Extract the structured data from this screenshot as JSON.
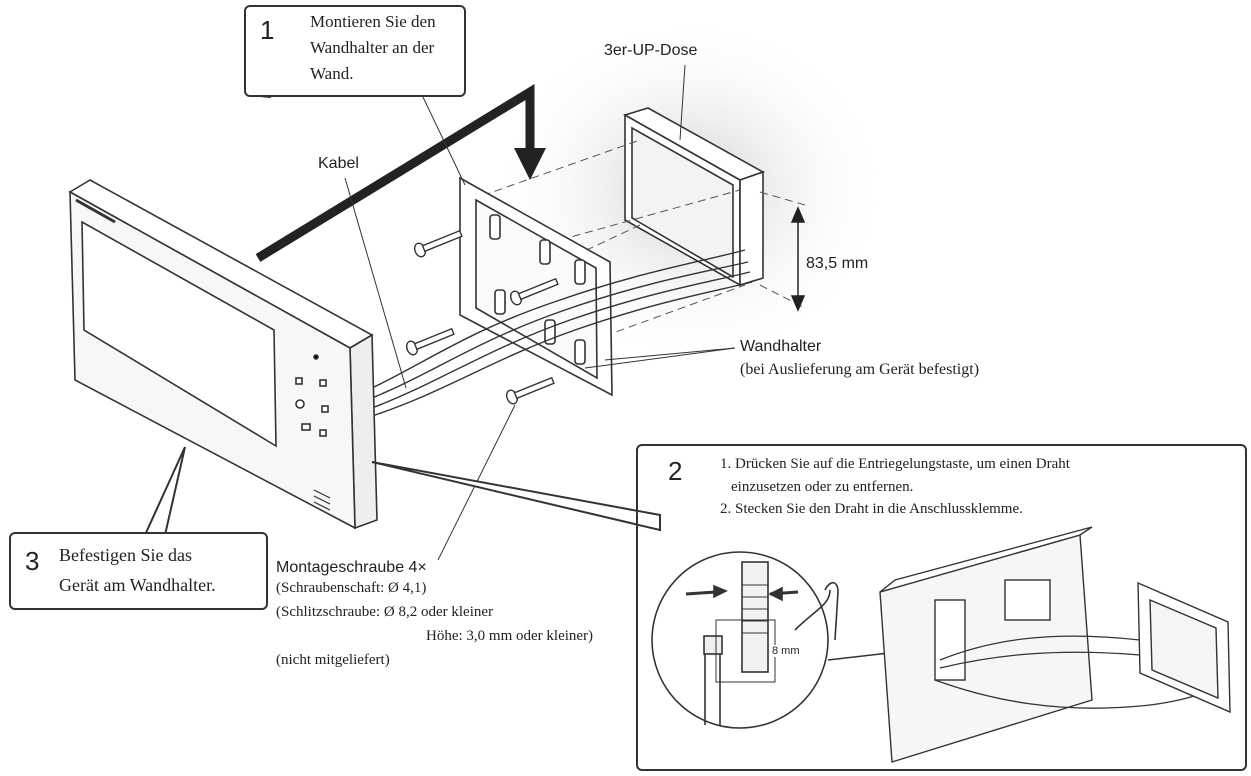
{
  "step1": {
    "number": "1",
    "lines": [
      "Montieren Sie den",
      "Wandhalter an der",
      "Wand."
    ]
  },
  "step2": {
    "number": "2",
    "lines": [
      "1. Drücken Sie auf die Entriegelungstaste, um einen Draht",
      "einzusetzen oder zu entfernen.",
      "2. Stecken Sie den Draht in die Anschlussklemme."
    ],
    "detail_measure": "8 mm"
  },
  "step3": {
    "number": "3",
    "lines": [
      "Befestigen Sie das",
      "Gerät am Wandhalter."
    ]
  },
  "labels": {
    "box": "3er-UP-Dose",
    "cable": "Kabel",
    "height": "83,5 mm",
    "bracket": "Wandhalter",
    "bracket_note": "(bei Auslieferung am Gerät befestigt)",
    "screw_title": "Montageschraube 4×",
    "screw_shaft": "(Schraubenschaft: Ø 4,1)",
    "screw_head": "(Schlitzschraube: Ø 8,2 oder kleiner",
    "screw_height": "Höhe: 3,0 mm oder kleiner)",
    "not_included": "(nicht mitgeliefert)"
  },
  "colors": {
    "line": "#333333",
    "panel": "#f7f7f7",
    "shadow": "#d8d8d8"
  }
}
